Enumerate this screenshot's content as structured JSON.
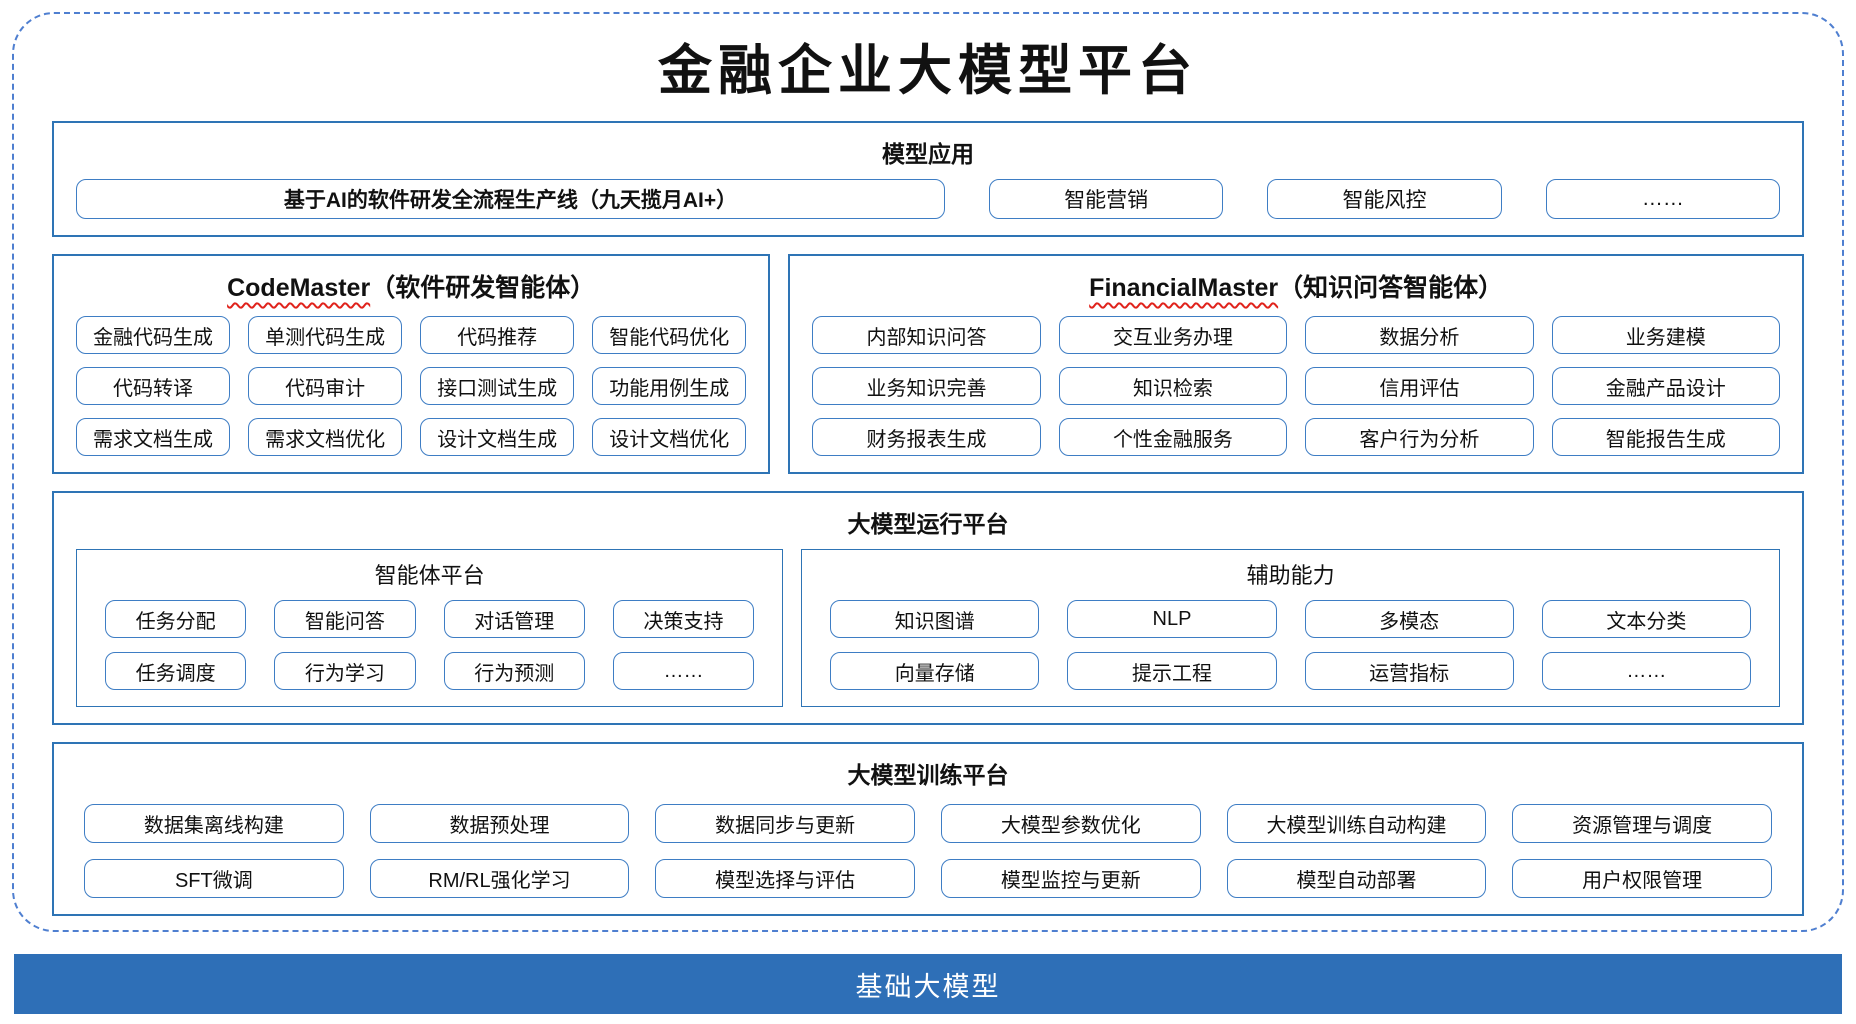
{
  "title": "金融企业大模型平台",
  "colors": {
    "section_border": "#2E74B5",
    "item_border": "#3E7DC4",
    "dashed_frame": "#4F7FD0",
    "foundation_bar_bg": "#2E6FB7",
    "spellcheck_wavy": "#E0231C",
    "text": "#111111"
  },
  "model_app": {
    "header": "模型应用",
    "pipeline": "基于AI的软件研发全流程生产线（九天揽月AI+）",
    "items": [
      "智能营销",
      "智能风控",
      "……"
    ]
  },
  "code_master": {
    "name": "CodeMaster",
    "suffix": "（软件研发智能体）",
    "items": [
      "金融代码生成",
      "单测代码生成",
      "代码推荐",
      "智能代码优化",
      "代码转译",
      "代码审计",
      "接口测试生成",
      "功能用例生成",
      "需求文档生成",
      "需求文档优化",
      "设计文档生成",
      "设计文档优化"
    ]
  },
  "financial_master": {
    "name": "FinancialMaster",
    "suffix": "（知识问答智能体）",
    "items": [
      "内部知识问答",
      "交互业务办理",
      "数据分析",
      "业务建模",
      "业务知识完善",
      "知识检索",
      "信用评估",
      "金融产品设计",
      "财务报表生成",
      "个性金融服务",
      "客户行为分析",
      "智能报告生成"
    ]
  },
  "run_platform": {
    "header": "大模型运行平台",
    "agent": {
      "header": "智能体平台",
      "items": [
        "任务分配",
        "智能问答",
        "对话管理",
        "决策支持",
        "任务调度",
        "行为学习",
        "行为预测",
        "……"
      ]
    },
    "aux": {
      "header": "辅助能力",
      "items": [
        "知识图谱",
        "NLP",
        "多模态",
        "文本分类",
        "向量存储",
        "提示工程",
        "运营指标",
        "……"
      ]
    }
  },
  "train_platform": {
    "header": "大模型训练平台",
    "items": [
      "数据集离线构建",
      "数据预处理",
      "数据同步与更新",
      "大模型参数优化",
      "大模型训练自动构建",
      "资源管理与调度",
      "SFT微调",
      "RM/RL强化学习",
      "模型选择与评估",
      "模型监控与更新",
      "模型自动部署",
      "用户权限管理"
    ]
  },
  "foundation_bar": "基础大模型"
}
